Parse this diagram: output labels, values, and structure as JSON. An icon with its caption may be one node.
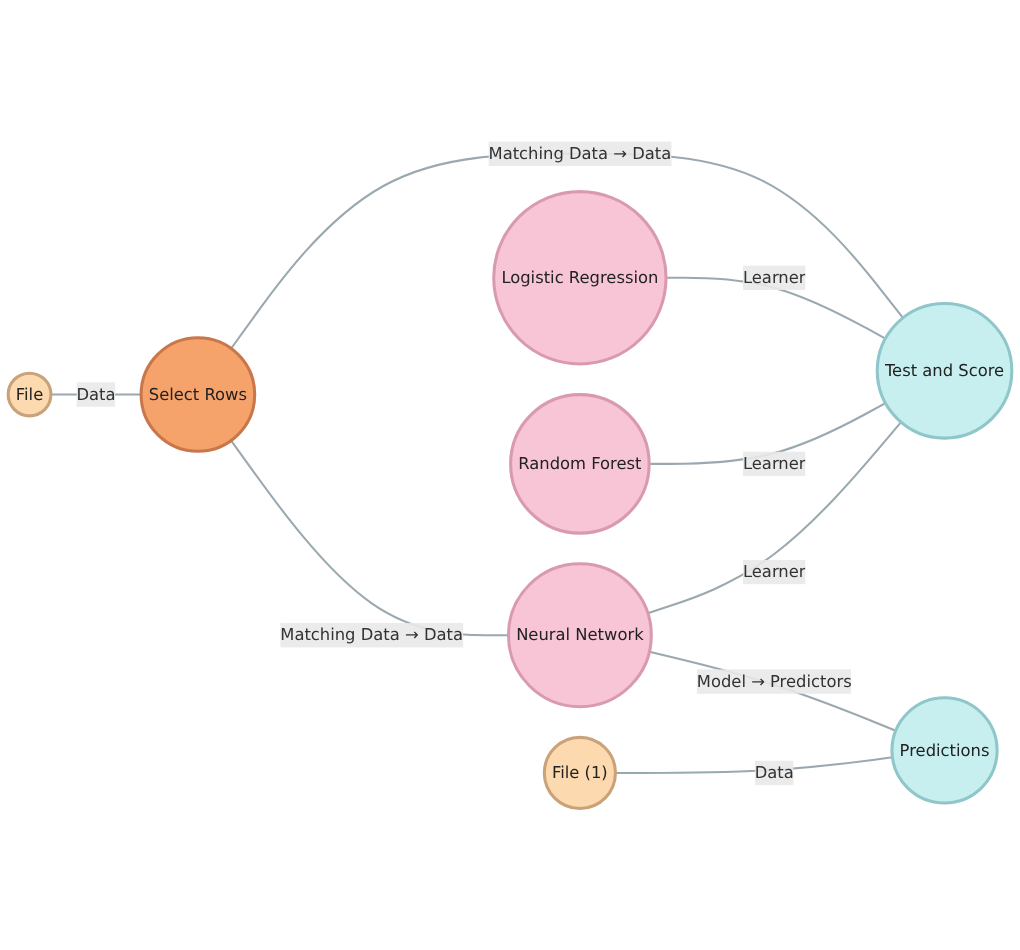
{
  "diagram": {
    "nodes": [
      {
        "text": [
          "File"
        ]
      },
      {
        "text": [
          "Select Rows"
        ]
      },
      {
        "text": [
          "Test and Score"
        ]
      },
      {
        "text": [
          "Logistic Regression"
        ]
      },
      {
        "text": [
          "Random Forest"
        ]
      },
      {
        "text": [
          "Neural Network"
        ]
      },
      {
        "text": [
          "File (1)"
        ]
      },
      {
        "text": [
          "Predictions"
        ]
      }
    ],
    "edges": [
      {
        "from": 0,
        "to": 1,
        "arrow": "none",
        "label": "Data"
      },
      {
        "from": 1,
        "to": 2,
        "arrow": "none",
        "label": "Matching Data → Data"
      },
      {
        "from": 1,
        "to": 5,
        "arrow": "none",
        "label": "Matching Data → Data"
      },
      {
        "from": 3,
        "to": 2,
        "arrow": "none",
        "label": "Learner"
      },
      {
        "from": 4,
        "to": 2,
        "arrow": "none",
        "label": "Learner"
      },
      {
        "from": 5,
        "to": 2,
        "arrow": "none",
        "label": "Learner"
      },
      {
        "from": 5,
        "to": 7,
        "arrow": "none",
        "label": "Model → Predictors"
      },
      {
        "from": 6,
        "to": 7,
        "arrow": "none",
        "label": "Data"
      }
    ]
  }
}
